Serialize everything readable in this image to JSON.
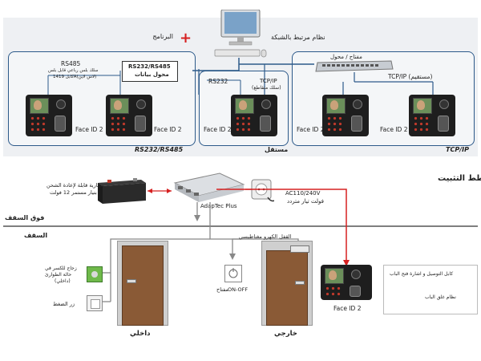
{
  "header": {
    "program_label": "البرنامج",
    "networked_system_label": "نظام مرتبط بالشبكة"
  },
  "networks": {
    "rs485_box": {
      "rs485_label": "RS485",
      "cable_note_line1": "سلك بلس رباعي قابل بلس",
      "cable_note_line2": "كابل 1419A(لاس لاين)",
      "converter_label_line1": "RS232/RS485",
      "converter_label_line2": "محول بيانات",
      "section_label": "RS232/RS485"
    },
    "standalone_box": {
      "rs232_label": "RS232",
      "tcpip_label": "TCP/IP",
      "tcpip_note": "(سلك متقاطع)",
      "section_label": "مستقل"
    },
    "tcpip_box": {
      "switch_label": "مفتاح / محول",
      "tcpip_label": "TCP/IP (مستقيم)",
      "section_label": "TCP/IP"
    },
    "device_label": "Face ID 2"
  },
  "installation": {
    "title": "مخطط التثبيت",
    "battery_line1": "بطارية قابلة لإعادة الشحن",
    "battery_line2": "بتيار مستمر 12 فولت",
    "adaptec_label": "AdapTec Plus",
    "ac_line1": "AC110/240V",
    "ac_line2": "فولت تيار متردد",
    "above_ceiling": "فوق السقف",
    "ceiling": "السقف",
    "lock_label": "القفل الكهرو مغناطيسي",
    "glass_line1": "زجاج للكسر في",
    "glass_line2": "حالة الطوارئ",
    "glass_line3": "(داخلي)",
    "push_button": "زر الضغط",
    "switch_line": "ON-OFF",
    "switch_ar": "مفتاح",
    "inside": "داخلي",
    "outside": "خارجي",
    "device_label": "Face ID 2"
  },
  "legend": {
    "red_label": "كابل التوصيل و اشارة فتح الباب",
    "gray_label": "نظام غلق الباب",
    "red_color": "#d62020",
    "gray_color": "#888888"
  },
  "colors": {
    "network_border": "#2d5a8a",
    "plus_red": "#d62020"
  }
}
